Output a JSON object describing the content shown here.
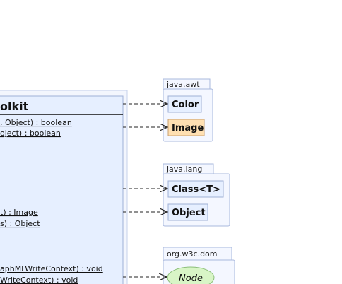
{
  "class_box": {
    "title": "olkit",
    "members": [
      ", Object) : boolean",
      "oject) : boolean",
      "t) : Image",
      "s) : Object",
      "aphMLWriteContext) : void",
      "WriteContext) : void"
    ]
  },
  "packages": [
    {
      "name": "java.awt",
      "classes": [
        "Color",
        "Image"
      ]
    },
    {
      "name": "java.lang",
      "classes": [
        "Class<T>",
        "Object"
      ]
    },
    {
      "name": "org.w3c.dom",
      "classes": [
        "Node"
      ]
    }
  ],
  "colors": {
    "class_fill": "#e6efff",
    "class_border": "#9fb0d6",
    "package_fill": "#f4f7ff",
    "package_border": "#a9b8de",
    "highlight_fill": "#ffe0b2",
    "highlight_border": "#c9a070",
    "node_fill": "#d8f5c6",
    "node_border": "#8cbf7a",
    "edge": "#222222"
  }
}
